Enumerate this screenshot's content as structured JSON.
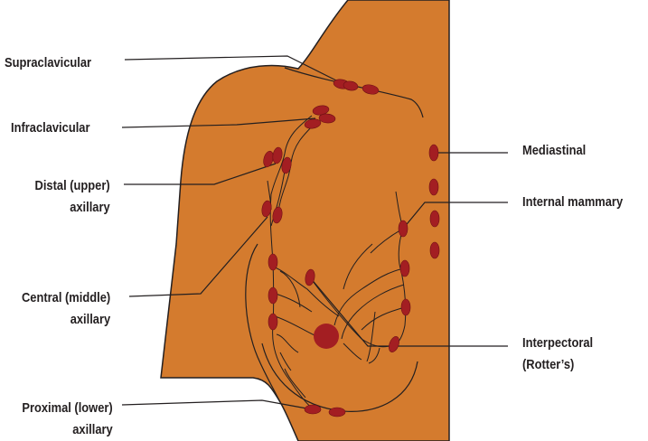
{
  "figure": {
    "subject": "Lymph nodes of the breast and axilla",
    "colors": {
      "body_fill": "#d47b2e",
      "outline": "#231f20",
      "node_fill": "#a31e22",
      "background": "#ffffff"
    }
  },
  "labels": {
    "supraclavicular": {
      "lines": [
        "Supraclavicular"
      ]
    },
    "infraclavicular": {
      "lines": [
        "Infraclavicular"
      ]
    },
    "distal_axillary": {
      "lines": [
        "Distal (upper)",
        "axillary"
      ]
    },
    "central_axillary": {
      "lines": [
        "Central (middle)",
        "axillary"
      ]
    },
    "proximal_axillary": {
      "lines": [
        "Proximal (lower)",
        "axillary"
      ]
    },
    "mediastinal": {
      "lines": [
        "Mediastinal"
      ]
    },
    "internal_mammary": {
      "lines": [
        "Internal mammary"
      ]
    },
    "interpectoral": {
      "lines": [
        "Interpectoral",
        "(Rotter’s)"
      ]
    }
  }
}
